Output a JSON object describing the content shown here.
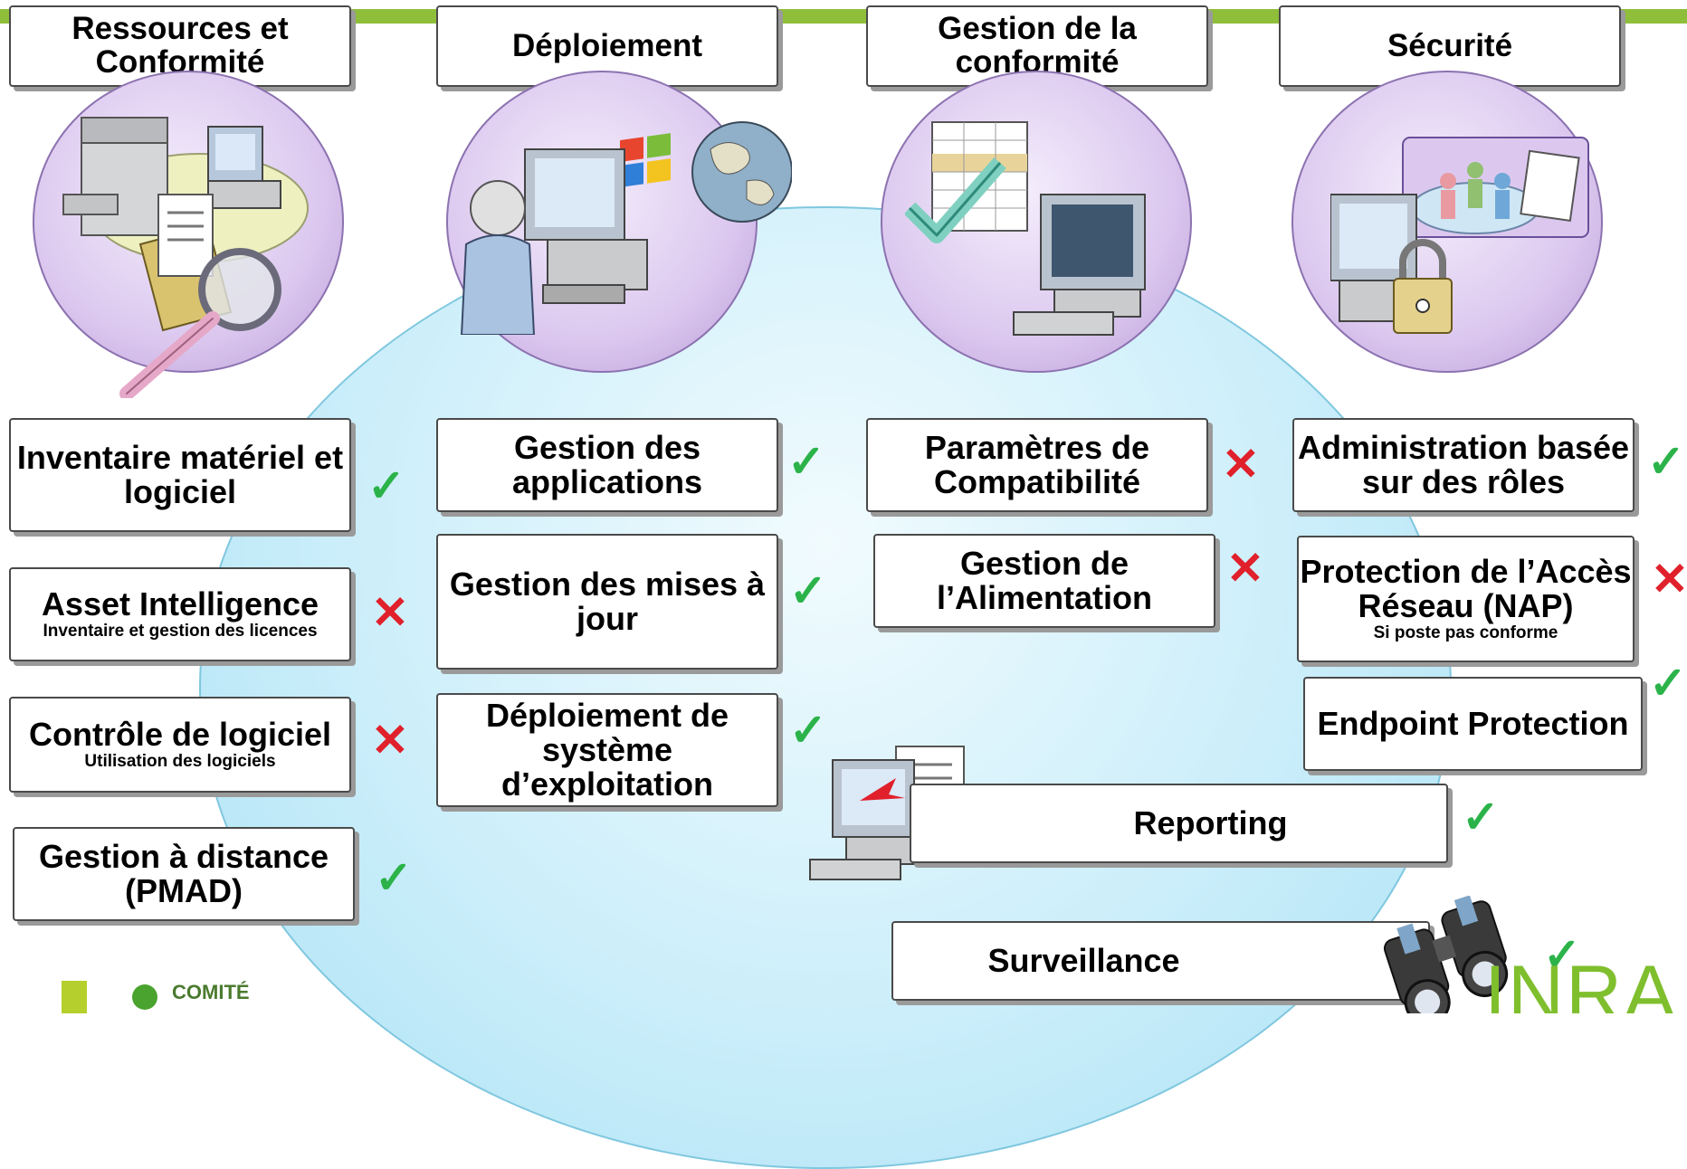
{
  "headers": [
    {
      "label": "Ressources et\nConformité"
    },
    {
      "label": "Déploiement"
    },
    {
      "label": "Gestion de la\nconformité"
    },
    {
      "label": "Sécurité"
    }
  ],
  "features": {
    "inventaire": {
      "title": "Inventaire matériel et logiciel",
      "status": "check"
    },
    "asset": {
      "title": "Asset Intelligence",
      "subtitle": "Inventaire et gestion des licences",
      "status": "cross"
    },
    "controle": {
      "title": "Contrôle de logiciel",
      "subtitle": "Utilisation des logiciels",
      "status": "cross"
    },
    "distance": {
      "title": "Gestion à distance (PMAD)",
      "status": "check"
    },
    "applications": {
      "title": "Gestion des applications",
      "status": "check"
    },
    "mises_a_jour": {
      "title": "Gestion des mises à jour",
      "status": "check"
    },
    "deploiement_os": {
      "title": "Déploiement de système d’exploitation",
      "status": "check"
    },
    "parametres": {
      "title": "Paramètres de Compatibilité",
      "status": "cross"
    },
    "alimentation": {
      "title": "Gestion de l’Alimentation",
      "status": "cross"
    },
    "administration": {
      "title": "Administration basée sur des rôles",
      "status": "check"
    },
    "nap": {
      "title": "Protection de l’Accès Réseau (NAP)",
      "subtitle": "Si poste pas conforme",
      "status": "cross"
    },
    "endpoint": {
      "title": "Endpoint Protection",
      "status": "check"
    },
    "reporting": {
      "title": "Reporting",
      "status": "check"
    },
    "surveillance": {
      "title": "Surveillance",
      "status": "check"
    }
  },
  "marks": {
    "check": "✓",
    "cross": "✕"
  },
  "logos": {
    "comite": "COMITÉ",
    "inra": "INRA"
  },
  "colors": {
    "accent_green": "#8fbe3b",
    "check": "#2bb34a",
    "cross": "#e0202b",
    "ellipse": "#cbeefa",
    "circle": "#dcc8ef"
  },
  "icons": [
    "printer-computer-icon",
    "user-computer-globe-icon",
    "checklist-computer-icon",
    "computer-lock-users-icon",
    "reporting-computer-icon",
    "binoculars-icon"
  ]
}
